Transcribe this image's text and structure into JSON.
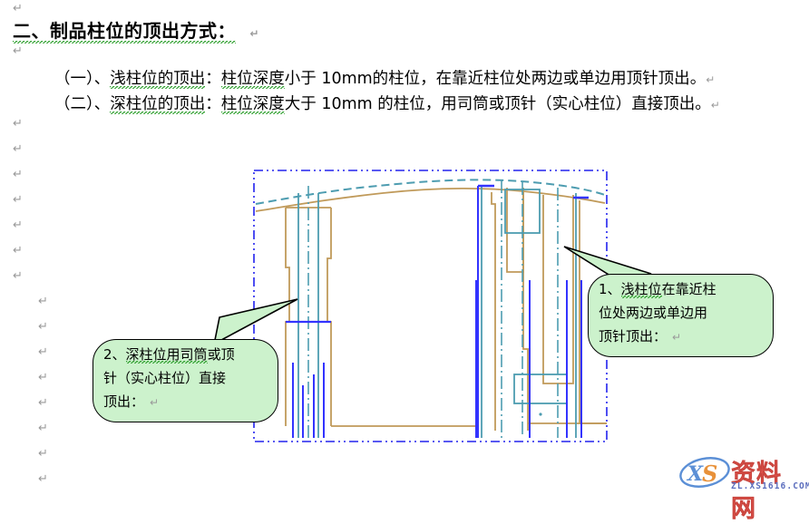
{
  "document": {
    "title": "二、制品柱位的顶出方式：",
    "title_tail_mark": "↵",
    "paragraphs": [
      {
        "id": "shallow-boss",
        "prefix": "（一）、",
        "term": "浅柱位的顶出",
        "colon": "：",
        "term2": "柱位深度",
        "text": "小于 10mm的柱位，在靠近柱位处两边或单边用顶针顶出",
        "period": "。",
        "tail_mark": "↵"
      },
      {
        "id": "deep-boss",
        "prefix": "（二）、",
        "term": "深柱位的顶出",
        "colon": "：",
        "term2": "柱位深度",
        "text": "大于 10mm 的柱位，用司筒或顶针（实心柱位）直接顶出",
        "period": "。",
        "tail_mark": "↵"
      }
    ],
    "pilcrow_glyph": "↵"
  },
  "callouts": [
    {
      "id": "deep-boss-callout",
      "number": "2、",
      "lines": [
        "2、深柱位用司筒或顶",
        "针（实心柱位）直接",
        "顶出："
      ],
      "line1_plain": "2、",
      "line1_underlined": "深柱位用司筒",
      "line1_rest": "或顶",
      "tail_mark": "↵",
      "fill": "#ccf2cc",
      "border": "#000000"
    },
    {
      "id": "shallow-boss-callout",
      "number": "1、",
      "lines": [
        "1、浅柱位在靠近柱",
        "位处两边或单边用",
        "顶针顶出："
      ],
      "line1_plain": "1、",
      "line1_underlined": "浅柱位",
      "line1_rest": "在靠近柱",
      "tail_mark": "↵",
      "fill": "#ccf2cc",
      "border": "#000000"
    }
  ],
  "drawing": {
    "name": "mold-ejection-cross-section",
    "description": "注塑模具制品柱位顶出剖面图",
    "colors": {
      "boundary": "#2222ee",
      "part_outline": "#c09a5a",
      "ejector_teal": "#4d9cb0",
      "ejector_blue": "#3333ff",
      "dashed_profile": "#4d9cb0"
    },
    "boundary_style": "dash-dot-dot"
  },
  "watermark": {
    "logo_text": "XS",
    "brand_cn": "资料网",
    "url": "ZL.XS1616.COM",
    "brand_color": "#e2554e",
    "url_color": "#5b6dbd"
  }
}
